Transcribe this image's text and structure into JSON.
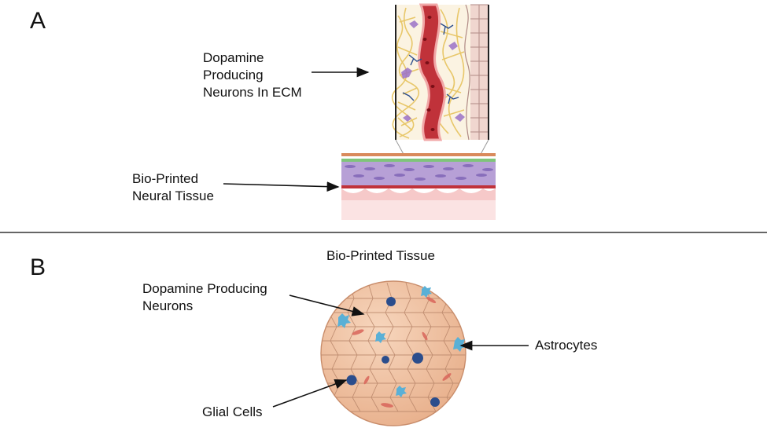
{
  "panel_a": {
    "letter": "A",
    "label_ecm": [
      "Dopamine",
      "Producing",
      "Neurons In ECM"
    ],
    "label_tissue": [
      "Bio-Printed",
      "Neural Tissue"
    ]
  },
  "panel_b": {
    "letter": "B",
    "title": "Bio-Printed Tissue",
    "label_neurons": [
      "Dopamine Producing",
      "Neurons"
    ],
    "label_astrocytes": "Astrocytes",
    "label_glial": "Glial Cells"
  },
  "colors": {
    "divider": "#333333",
    "vessel_red": "#c0323a",
    "ecm_fiber": "#e8c76a",
    "tissue_purple": "#b7a0d6",
    "sphere_fill": "#f2c8a8",
    "neuron_blue": "#2b4d8c",
    "astrocyte_cyan": "#5ab0d6"
  }
}
